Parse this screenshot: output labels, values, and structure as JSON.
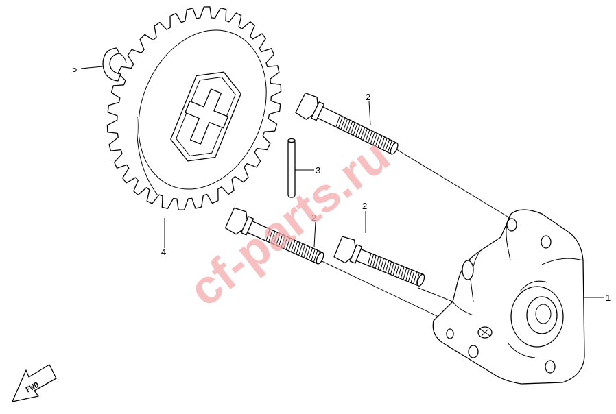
{
  "watermark": "cf-parts.ru",
  "direction_label": "FWD",
  "callouts": {
    "pump_body": "1",
    "bolt_upper": "2",
    "bolt_middle": "2",
    "bolt_lower": "2",
    "dowel_pin": "3",
    "sprocket": "4",
    "circlip": "5"
  }
}
